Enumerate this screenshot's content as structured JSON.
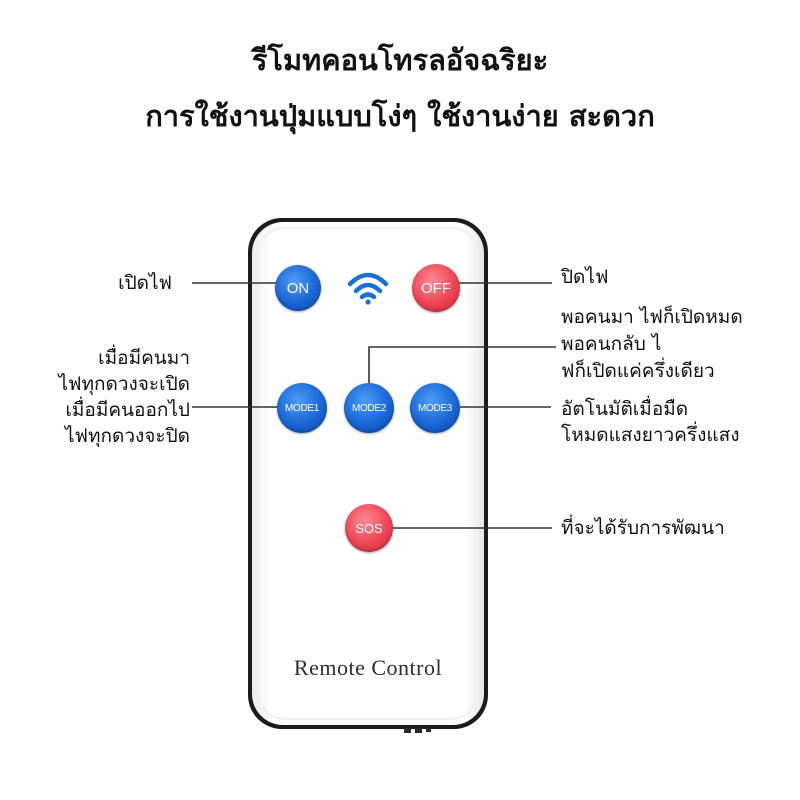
{
  "title": {
    "line1": "รีโมทคอนโทรลอัจฉริยะ",
    "line2": "การใช้งานปุ่มแบบโง่ๆ ใช้งานง่าย สะดวก"
  },
  "remote": {
    "label": "Remote Control",
    "buttons": {
      "on": "ON",
      "off": "OFF",
      "mode1": "MODE1",
      "mode2": "MODE2",
      "mode3": "MODE3",
      "sos": "SOS"
    },
    "signal_icon": "wifi-icon"
  },
  "callouts": {
    "on": "เปิดไฟ",
    "off": "ปิดไฟ",
    "mode1": [
      "เมื่อมีคนมา",
      "ไฟทุกดวงจะเปิด",
      "เมื่อมีคนออกไป",
      "ไฟทุกดวงจะปิด"
    ],
    "mode2": [
      "พอคนมา ไฟก็เปิดหมด",
      "พอคนกลับ ไ",
      "ฟก็เปิดแค่ครึ่งเดียว"
    ],
    "mode3": [
      "อัตโนมัติเมื่อมืด",
      "โหมดแสงยาวครึ่งแสง"
    ],
    "sos": "ที่จะได้รับการพัฒนา"
  },
  "colors": {
    "blue_button": "#1a66d6",
    "red_button": "#ee4454",
    "wifi_icon": "#1b6fd8",
    "callout_line": "#333333",
    "remote_outline": "#1c1c1c"
  }
}
